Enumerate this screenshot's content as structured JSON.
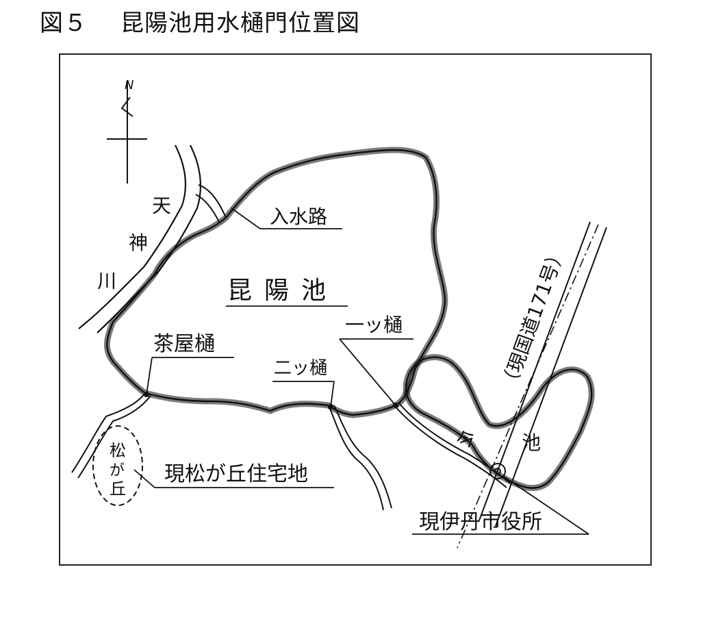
{
  "figure": {
    "number": "図５",
    "title": "昆陽池用水樋門位置図"
  },
  "map": {
    "north_arrow_glyph": "N",
    "pond_name": "昆陽池",
    "inlet_label": "入水路",
    "river_chars": [
      "天",
      "神",
      "川"
    ],
    "gates": {
      "chaya": "茶屋樋",
      "futatsu": "二ッ樋",
      "hitotsu": "一ッ樋"
    },
    "matsugaoka_chars": [
      "松",
      "が",
      "丘"
    ],
    "housing_label": "現松が丘住宅地",
    "road_label": "（現国道171号）",
    "ima_pond_chars": [
      "今",
      "池"
    ],
    "city_hall_label": "現伊丹市役所"
  }
}
